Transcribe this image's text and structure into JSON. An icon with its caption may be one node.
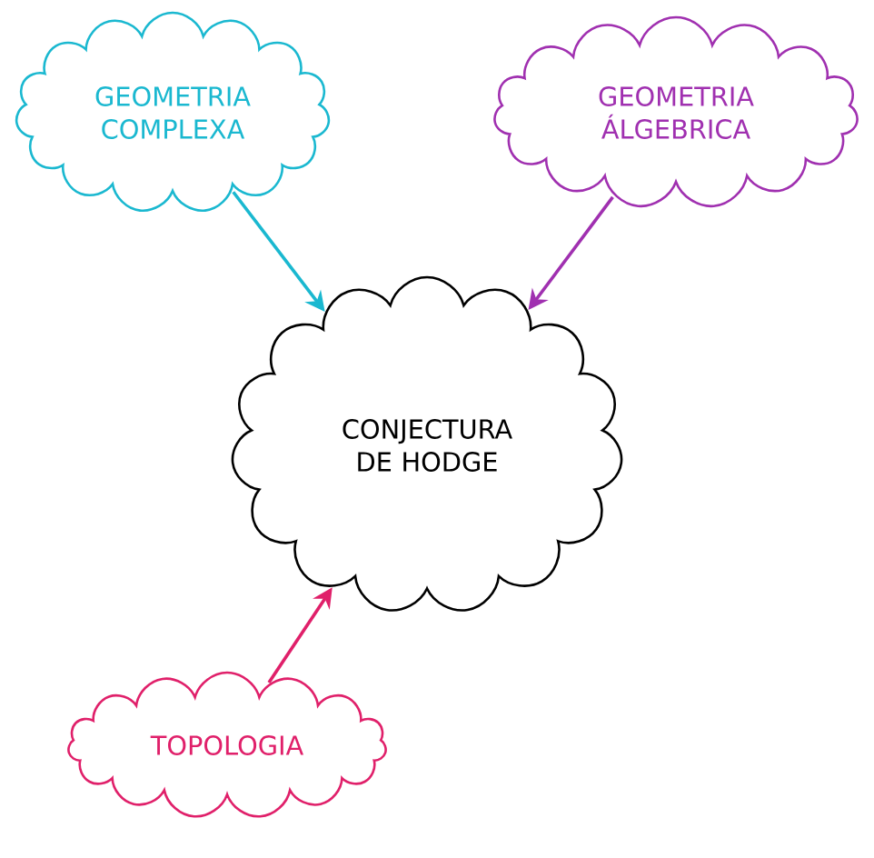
{
  "diagram": {
    "nodes": [
      {
        "text": [
          "GEOMETRIA COMPLEXA"
        ]
      },
      {
        "text": [
          "GEOMETRIA ÁLGEBRICA"
        ]
      },
      {
        "text": [
          "CONJECTURA DE HODGE"
        ]
      },
      {
        "text": [
          "TOPOLOGIA"
        ]
      }
    ],
    "edges": [
      {
        "from": 0,
        "to": 2,
        "arrow": "to",
        "color": "#1ab8d0"
      },
      {
        "from": 1,
        "to": 2,
        "arrow": "to",
        "color": "#a030b0"
      },
      {
        "from": 3,
        "to": 2,
        "arrow": "to",
        "color": "#e0206a"
      }
    ]
  }
}
